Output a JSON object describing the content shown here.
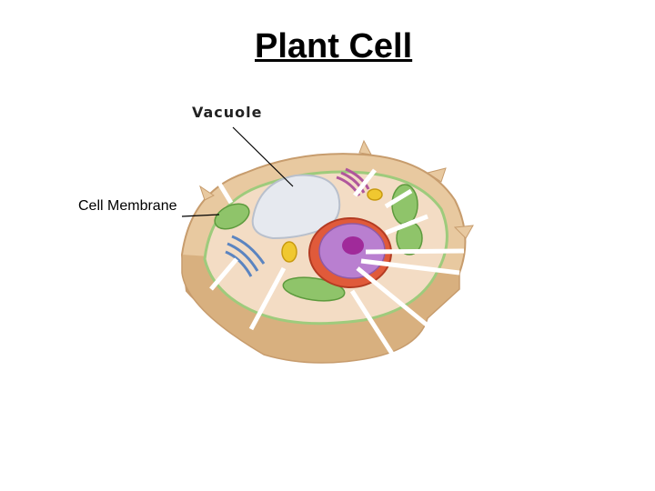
{
  "title": "Plant Cell",
  "labels": {
    "vacuole": "Vacuole",
    "cell_membrane": "Cell Membrane"
  },
  "colors": {
    "cell_wall": "#e8c9a0",
    "cytoplasm": "#f3dcc4",
    "vacuole": "#e6e9ef",
    "chloroplast": "#8fc46a",
    "nucleus_envelope": "#e05a3a",
    "nucleus": "#b97fd0",
    "nucleolus": "#a02a9a",
    "golgi": "#5b84c0",
    "mitochondria": "#f0c830"
  }
}
